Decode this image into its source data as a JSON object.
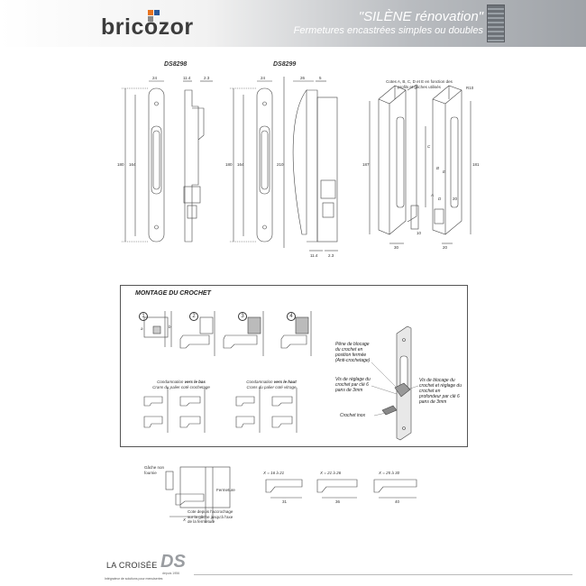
{
  "header": {
    "brand": "bricozor",
    "title": "\"SILÈNE rénovation\"",
    "subtitle": "Fermetures encastrées simples ou doubles"
  },
  "colors": {
    "brand_orange": "#e8731e",
    "brand_blue": "#2a5a9c",
    "brand_gray": "#8a8a8a"
  },
  "products": {
    "ds8298": {
      "ref": "DS8298",
      "dims": [
        "24",
        "11.4",
        "2.3",
        "180",
        "164"
      ]
    },
    "ds8299": {
      "ref": "DS8299",
      "dims": [
        "24",
        "26",
        "5",
        "180",
        "164",
        "210",
        "11.4",
        "2.3"
      ]
    },
    "profile_note": "Cotes A, B, C, D et E en fonction des profils et gâches utilisés",
    "profile_dims": [
      "R10",
      "187",
      "181",
      "A",
      "B",
      "C",
      "D",
      "E",
      "10",
      "30",
      "20",
      "20"
    ]
  },
  "montage": {
    "title": "MONTAGE DU CROCHET",
    "steps": [
      "1",
      "2",
      "3",
      "4"
    ],
    "step_labels": [
      "a",
      "b"
    ],
    "cond_left": {
      "line1_prefix": "Condamnation ",
      "line1_bold": "vers le bas",
      "line2": "Crans du palier coté crochetage"
    },
    "cond_right": {
      "line1_prefix": "Condamnation ",
      "line1_bold": "vers le haut",
      "line2": "Crans du palier coté vitrage"
    },
    "callouts": {
      "pene": "Pêne de blocage du crochet en position fermée (Anti-crochetage)",
      "vis1": "Vis de réglage du crochet par clé 6 pans de 3mm",
      "crochet": "Crochet inox",
      "vis2": "Vis de blocage du crochet et réglage du crochet en profondeur par clé 6 pans de 3mm"
    }
  },
  "bottom": {
    "gache_label": "Gâche non fournie",
    "fermeture_label": "Fermeture",
    "cote_label": "Cote depuis l'accrochage sur la gâche jusqu'à l'axe de la fermeture",
    "x_label": "X",
    "variants": [
      {
        "range": "X = 16 à 21",
        "dim": "31"
      },
      {
        "range": "X = 21 à 26",
        "dim": "36"
      },
      {
        "range": "X = 25 à 30",
        "dim": "40"
      }
    ]
  },
  "footer": {
    "company": "LA CROISÉE",
    "logo_letters": "DS",
    "since": "depuis 1956",
    "tagline": "Intégrateur de solutions pour menuiseries"
  }
}
